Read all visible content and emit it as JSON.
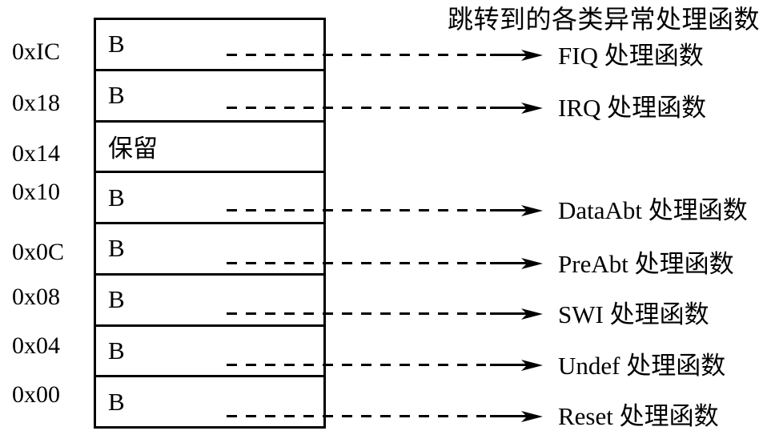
{
  "title": "跳转到的各类异常处理函数",
  "colors": {
    "ink": "#000000",
    "background": "#ffffff"
  },
  "rows": [
    {
      "address": "0xIC",
      "cell": "B",
      "handler": "FIQ 处理函数"
    },
    {
      "address": "0x18",
      "cell": "B",
      "handler": "IRQ 处理函数"
    },
    {
      "address": "0x14",
      "cell": "保留",
      "handler": ""
    },
    {
      "address": "0x10",
      "cell": "B",
      "handler": "DataAbt 处理函数"
    },
    {
      "address": "0x0C",
      "cell": "B",
      "handler": "PreAbt 处理函数"
    },
    {
      "address": "0x08",
      "cell": "B",
      "handler": "SWI 处理函数"
    },
    {
      "address": "0x04",
      "cell": "B",
      "handler": "Undef 处理函数"
    },
    {
      "address": "0x00",
      "cell": "B",
      "handler": "Reset 处理函数"
    }
  ]
}
